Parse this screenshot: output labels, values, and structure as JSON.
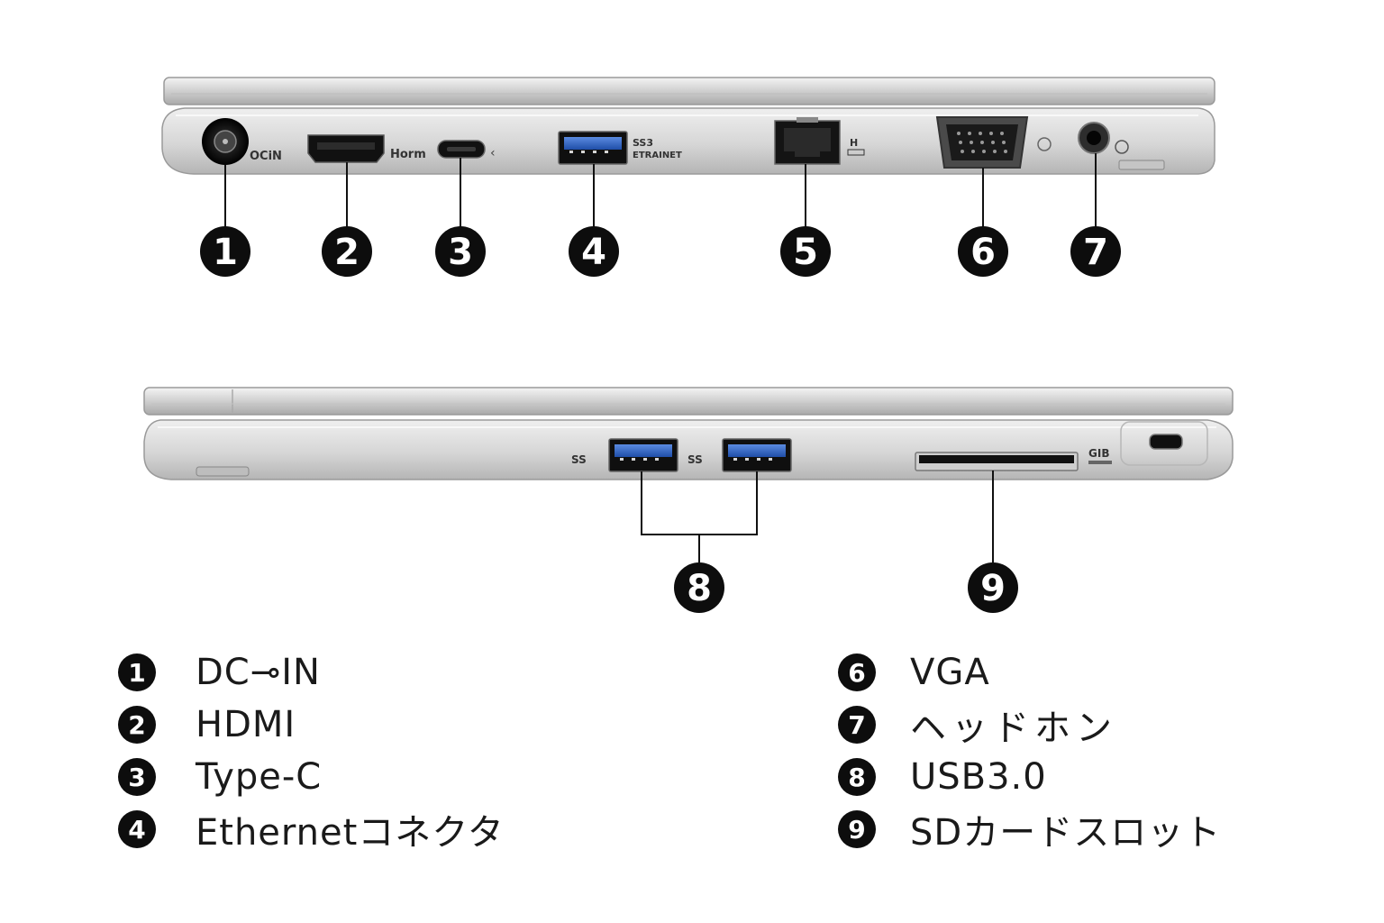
{
  "engraving": {
    "dcin": "OCiN",
    "hdmi": "Horm",
    "typec": "‹",
    "usb_top": "SS3",
    "usb_top_sub": "ETRAINET",
    "lan": "H",
    "sd": "GIB",
    "usb_bottom": "SS"
  },
  "callouts": [
    "1",
    "2",
    "3",
    "4",
    "5",
    "6",
    "7",
    "8",
    "9"
  ],
  "legend": [
    {
      "num": "1",
      "label": "DC⊸IN"
    },
    {
      "num": "2",
      "label": "HDMI"
    },
    {
      "num": "3",
      "label": "Type-C"
    },
    {
      "num": "4",
      "label": "Ethernetコネクタ"
    },
    {
      "num": "6",
      "label": "VGA"
    },
    {
      "num": "7",
      "label": "ヘッドホン"
    },
    {
      "num": "8",
      "label": "USB3.0"
    },
    {
      "num": "9",
      "label": "SDカードスロット"
    }
  ],
  "colors": {
    "silver": "#d9d9d9",
    "dark": "#0d0d0d",
    "usb_blue": "#2a5fc4"
  }
}
